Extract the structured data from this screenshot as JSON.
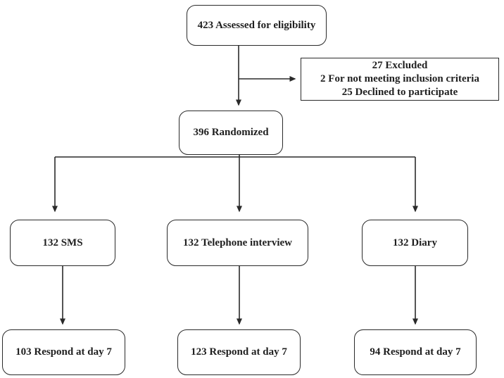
{
  "flowchart": {
    "nodes": {
      "assessed": "423 Assessed for eligibility",
      "excluded_line1": "27 Excluded",
      "excluded_line2": "2 For not meeting inclusion criteria",
      "excluded_line3": "25 Declined to participate",
      "randomized": "396 Randomized",
      "arm_sms": "132 SMS",
      "arm_telephone": "132 Telephone interview",
      "arm_diary": "132 Diary",
      "outcome_sms": "103 Respond at day 7",
      "outcome_telephone": "123 Respond at day 7",
      "outcome_diary": "94 Respond at day 7"
    },
    "counts": {
      "assessed": 423,
      "excluded_total": 27,
      "excluded_not_meeting_criteria": 2,
      "excluded_declined": 25,
      "randomized": 396,
      "arm_sms": 132,
      "arm_telephone": 132,
      "arm_diary": 132,
      "respond_day7_sms": 103,
      "respond_day7_telephone": 123,
      "respond_day7_diary": 94
    },
    "colors": {
      "line": "#2a2a2a",
      "text": "#1f1f1f",
      "background": "#ffffff"
    }
  }
}
